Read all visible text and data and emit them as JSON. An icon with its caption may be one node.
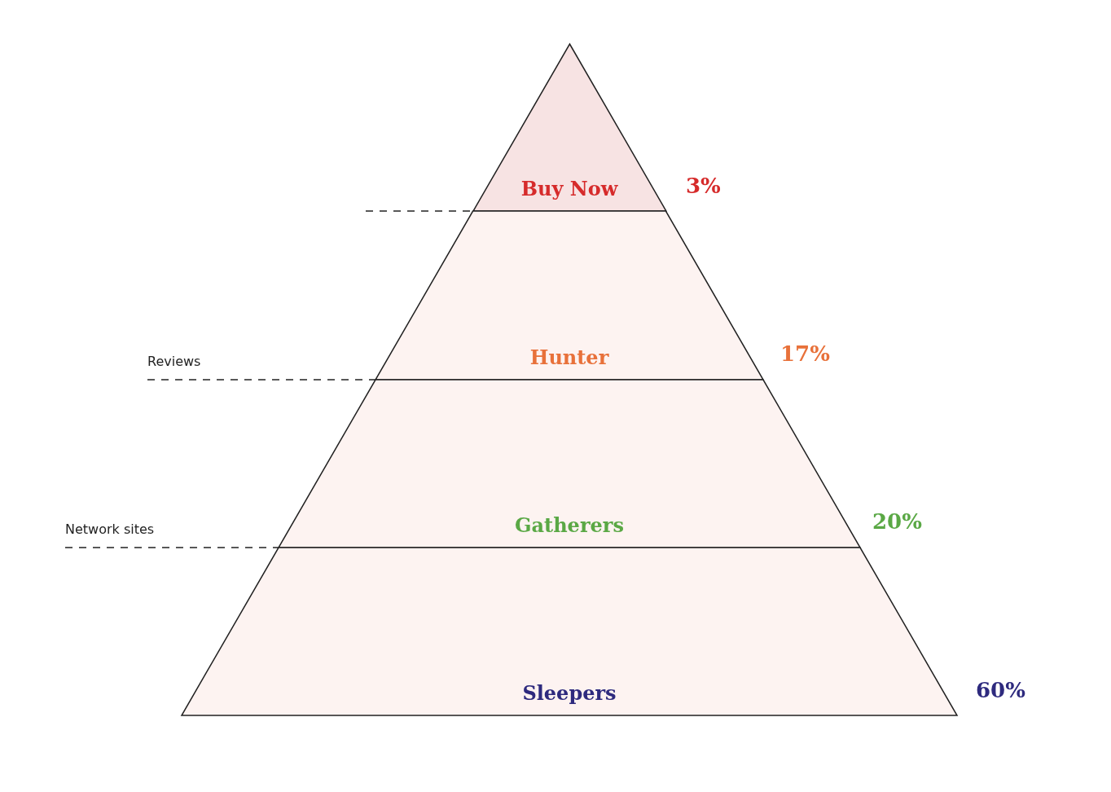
{
  "diagram": {
    "nodes": [
      {
        "text": [
          "Buy Now"
        ],
        "beside": [
          "3%"
        ]
      },
      {
        "text": [
          "Hunter"
        ],
        "beside": [
          "17%"
        ]
      },
      {
        "text": [
          "Gatherers"
        ],
        "beside": [
          "20%"
        ]
      },
      {
        "text": [
          "Sleepers"
        ],
        "beside": [
          "60%"
        ]
      }
    ],
    "labels": [
      "Reviews",
      "Network sites"
    ]
  }
}
